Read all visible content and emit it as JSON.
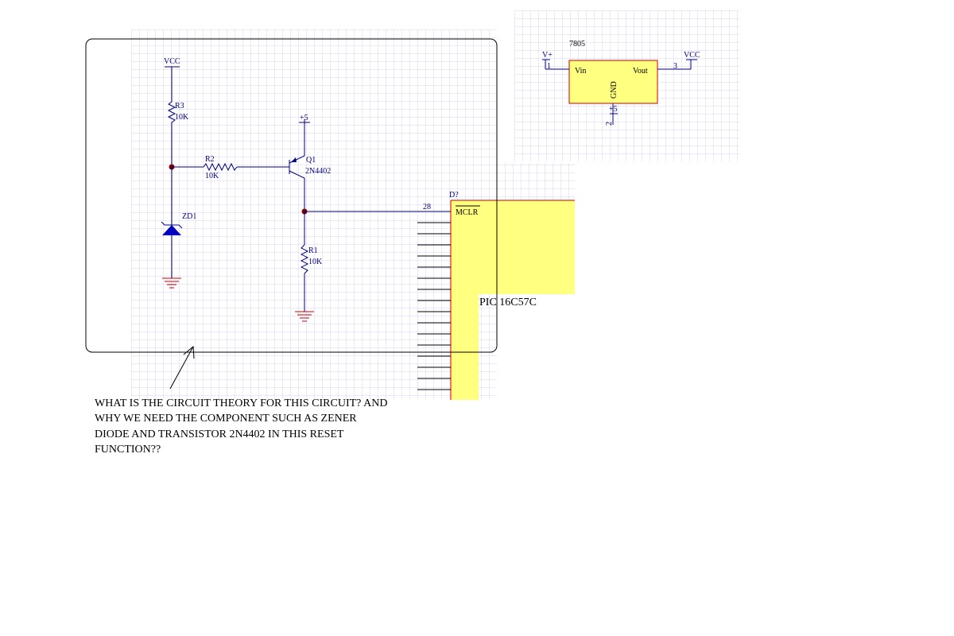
{
  "regulator": {
    "part": "7805",
    "vin_label": "Vin",
    "vout_label": "Vout",
    "gnd_label": "GND",
    "pin_in": "1",
    "pin_out": "3",
    "pin_gnd": "2",
    "vplus_label": "V+",
    "vcc_label": "VCC",
    "plus5_label": "+5"
  },
  "reset_circuit": {
    "vcc_label": "VCC",
    "r3_name": "R3",
    "r3_value": "10K",
    "r2_name": "R2",
    "r2_value": "10K",
    "plus5_label": "+5",
    "q1_name": "Q1",
    "q1_part": "2N4402",
    "zd1_name": "ZD1",
    "r1_name": "R1",
    "r1_value": "10K"
  },
  "mcu": {
    "designator": "D?",
    "pin_number": "28",
    "pin_name": "MCLR",
    "part": "PIC 16C57C"
  },
  "question": {
    "line1": "WHAT IS THE CIRCUIT THEORY FOR THIS CIRCUIT? AND",
    "line2": "WHY WE NEED THE COMPONENT SUCH AS ZENER",
    "line3": "DIODE AND TRANSISTOR 2N4402 IN THIS RESET",
    "line4": "FUNCTION??"
  },
  "colors": {
    "grid": "#c8c8f0",
    "wire": "#000080",
    "ground": "#cc0000",
    "ic_fill": "#ffff80",
    "ic_border": "#cc0000",
    "junction": "#800000"
  }
}
